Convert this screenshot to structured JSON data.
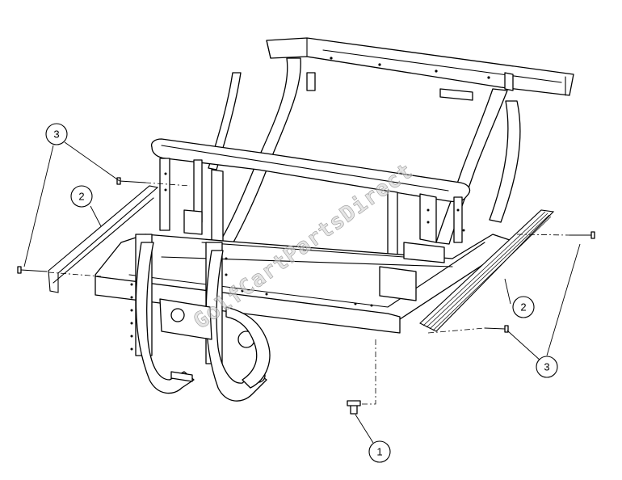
{
  "watermark": "GolfCartPartsDirect",
  "callouts": [
    {
      "id": "c3-left",
      "label": "3"
    },
    {
      "id": "c2-left",
      "label": "2"
    },
    {
      "id": "c2-right",
      "label": "2"
    },
    {
      "id": "c3-right",
      "label": "3"
    },
    {
      "id": "c1-bottom",
      "label": "1"
    }
  ],
  "colors": {
    "line": "#000000",
    "background": "#ffffff",
    "watermark": "#cfcfcf"
  }
}
